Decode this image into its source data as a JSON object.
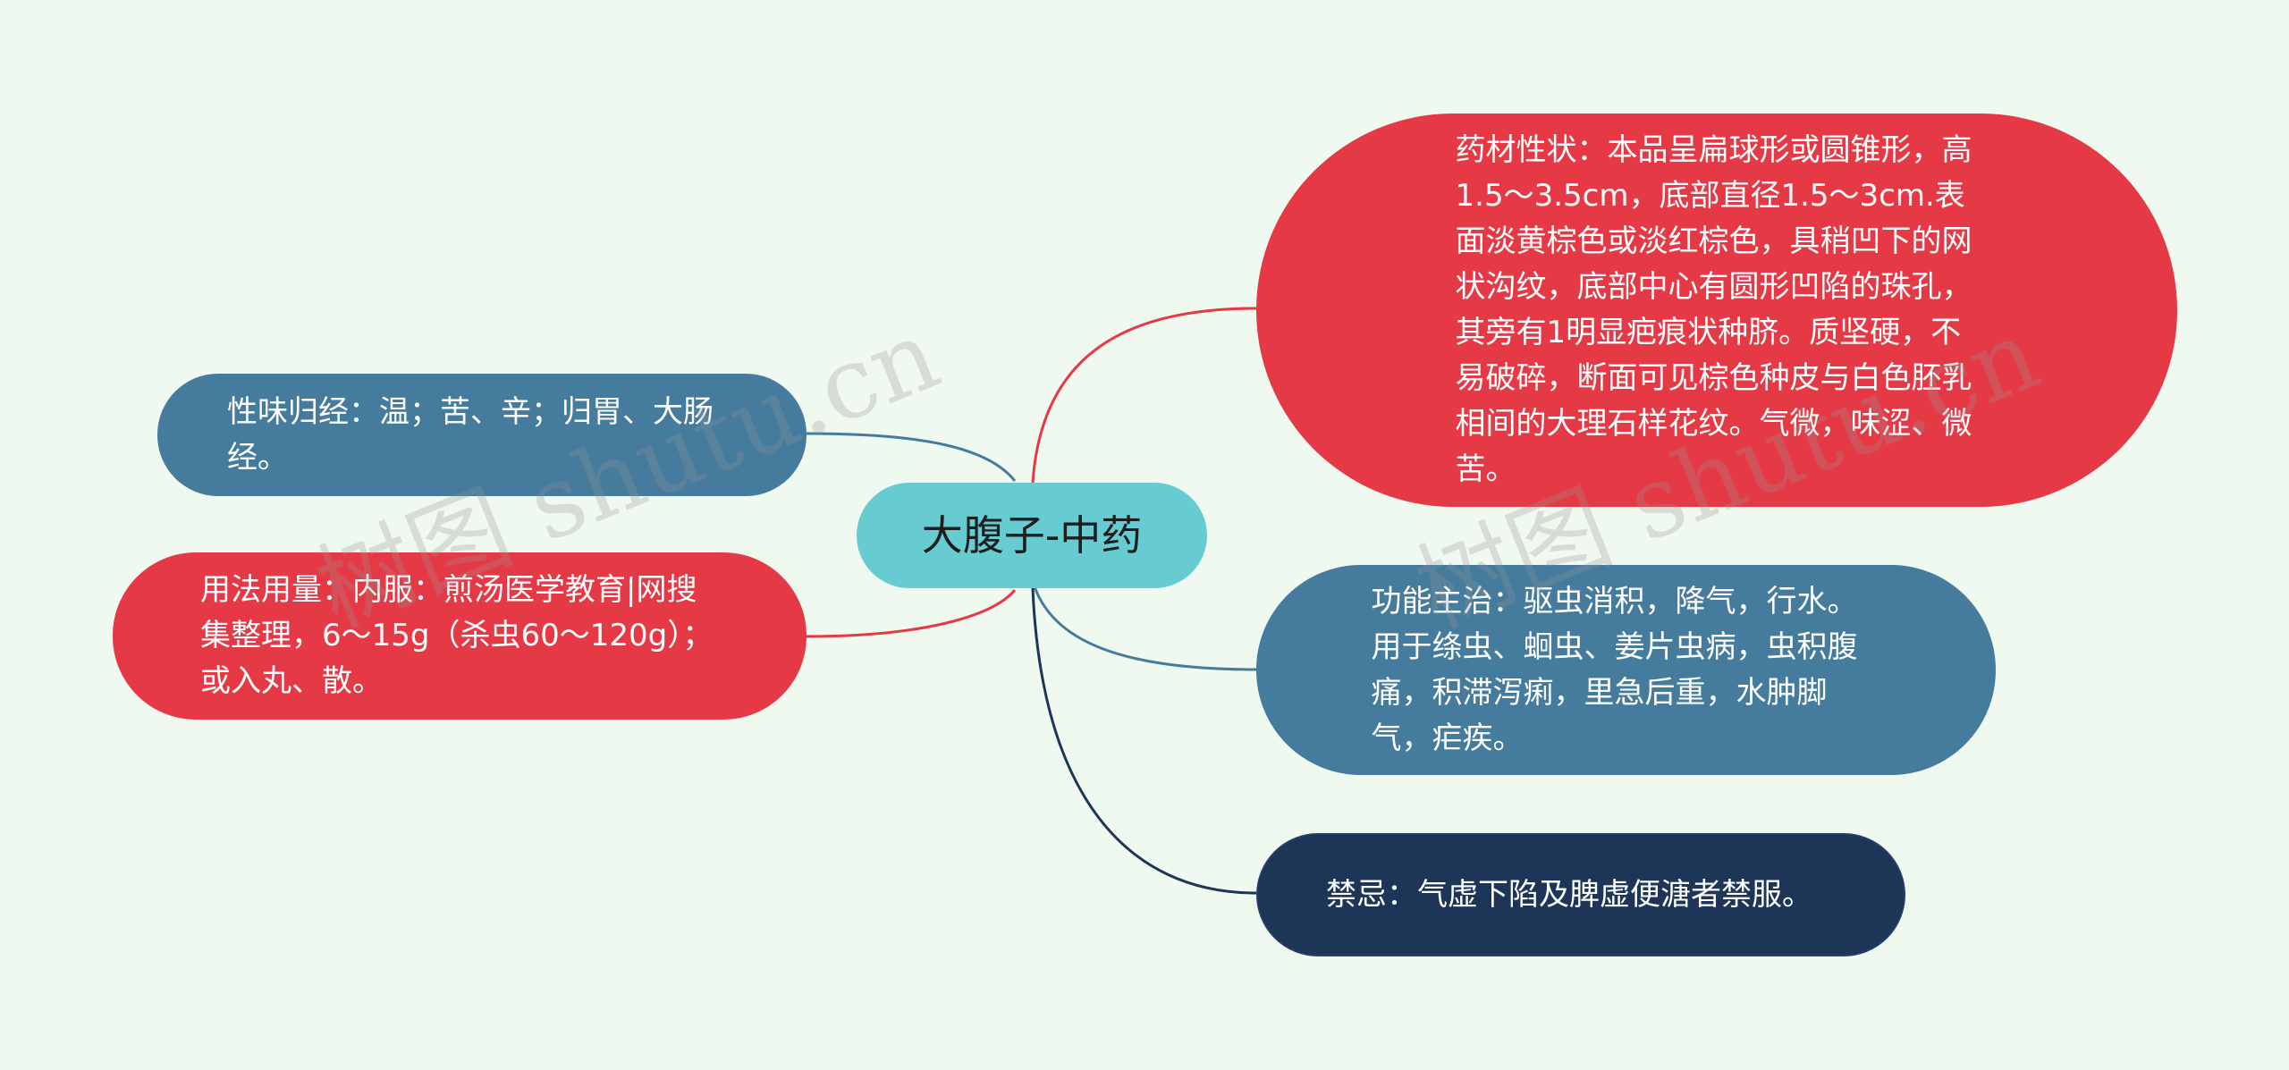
{
  "center": {
    "label": "大腹子-中药"
  },
  "right_nodes": [
    {
      "text": "药材性状：本品呈扁球形或圆锥形，高1.5～3.5cm，底部直径1.5～3cm.表面淡黄棕色或淡红棕色，具稍凹下的网状沟纹，底部中心有圆形凹陷的珠孔，其旁有1明显疤痕状种脐。质坚硬，不易破碎，断面可见棕色种皮与白色胚乳相间的大理石样花纹。气微，味涩、微苦。",
      "color": "#e63946"
    },
    {
      "text": "功能主治：驱虫消积，降气，行水。用于绦虫、蛔虫、姜片虫病，虫积腹痛，积滞泻痢，里急后重，水肿脚气，疟疾。",
      "color": "#457b9d"
    },
    {
      "text": "禁忌：气虚下陷及脾虚便溏者禁服。",
      "color": "#1d3557"
    }
  ],
  "left_nodes": [
    {
      "text": "性味归经：温；苦、辛；归胃、大肠经。",
      "color": "#457b9d"
    },
    {
      "text": "用法用量：内服：煎汤医学教育|网搜集整理，6～15g（杀虫60～120g）；或入丸、散。",
      "color": "#e63946"
    }
  ],
  "colors": {
    "background": "#f0f9ef",
    "center": "#66ccd1"
  },
  "watermark": {
    "text": "树图 shutu.cn"
  }
}
